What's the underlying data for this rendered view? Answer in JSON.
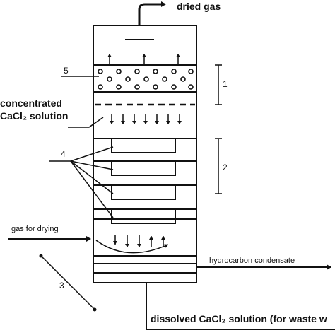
{
  "labels": {
    "dried_gas": "dried gas",
    "concentrated_line1": "concentrated",
    "concentrated_line2": "CaCl₂ solution",
    "gas_for_drying": "gas for drying",
    "hydrocarbon_condensate": "hydrocarbon condensate",
    "dissolved_solution": "dissolved CaCl₂ solution (for waste w",
    "num_1": "1",
    "num_2": "2",
    "num_3": "3",
    "num_4": "4",
    "num_5": "5"
  },
  "colors": {
    "ink": "#111111",
    "background": "#ffffff"
  }
}
